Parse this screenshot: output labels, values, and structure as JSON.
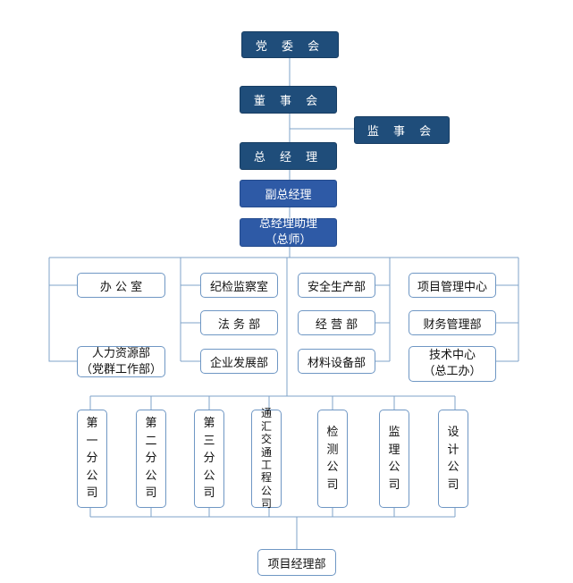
{
  "top": {
    "party_committee": "党 委 会",
    "board": "董 事 会",
    "supervisory": "监 事 会",
    "general_manager": "总 经 理",
    "deputy_gm": "副总经理",
    "gm_assistant_line1": "总经理助理",
    "gm_assistant_line2": "（总师）"
  },
  "departments": {
    "office": "办 公 室",
    "hr_line1": "人力资源部",
    "hr_line2": "（党群工作部）",
    "discipline": "纪检监察室",
    "legal": "法 务 部",
    "enterprise_dev": "企业发展部",
    "safety": "安全生产部",
    "operations": "经 营 部",
    "materials": "材料设备部",
    "project_center": "项目管理中心",
    "finance": "财务管理部",
    "tech_line1": "技术中心",
    "tech_line2": "（总工办）"
  },
  "branches": [
    "第一分公司",
    "第二分公司",
    "第三分公司",
    "通汇交通工程公司",
    "检测公司",
    "监理公司",
    "设计公司"
  ],
  "bottom": {
    "project_manager_dept": "项目经理部"
  },
  "colors": {
    "dark_box": "#1f4d7a",
    "deputy_box": "#2e5aa6",
    "outline": "#6f97c4",
    "connector": "#7fa3c8"
  }
}
